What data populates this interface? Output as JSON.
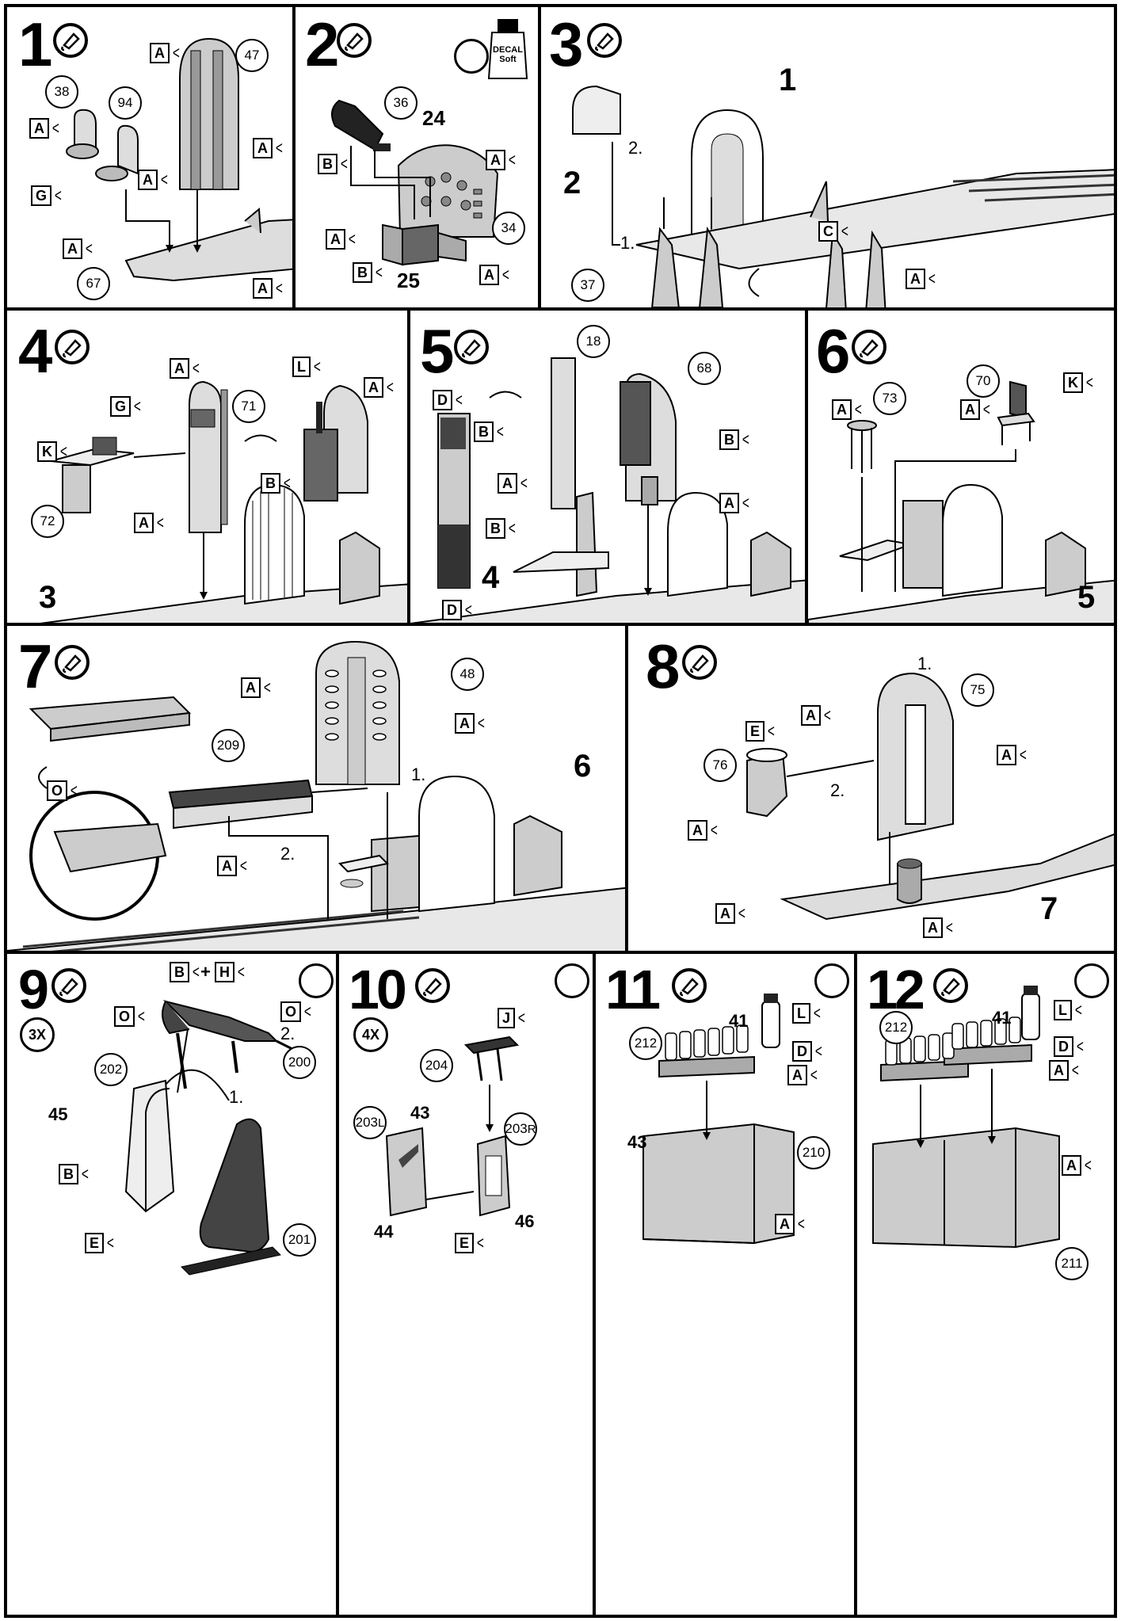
{
  "steps": [
    {
      "number": "1",
      "flags": [
        "A",
        "A",
        "A",
        "G",
        "A",
        "A",
        "A"
      ],
      "callouts": [
        "47",
        "38",
        "94",
        "67"
      ]
    },
    {
      "number": "2",
      "decal": {
        "line1": "DECAL",
        "line2": "Soft"
      },
      "flags": [
        "B",
        "A",
        "A",
        "B",
        "A"
      ],
      "callouts": [
        "36",
        "34"
      ],
      "labels": [
        "24",
        "25"
      ]
    },
    {
      "number": "3",
      "flags": [
        "C",
        "A"
      ],
      "callouts": [
        "37"
      ],
      "labels": [
        "1",
        "2"
      ],
      "sublabels": [
        "2.",
        "1."
      ]
    },
    {
      "number": "4",
      "flags": [
        "A",
        "G",
        "L",
        "A",
        "K",
        "B",
        "A"
      ],
      "callouts": [
        "71",
        "72"
      ],
      "labels": [
        "3"
      ]
    },
    {
      "number": "5",
      "flags": [
        "D",
        "B",
        "A",
        "B",
        "A",
        "B",
        "D"
      ],
      "callouts": [
        "18",
        "68"
      ],
      "labels": [
        "4"
      ]
    },
    {
      "number": "6",
      "flags": [
        "A",
        "K",
        "A"
      ],
      "callouts": [
        "73",
        "70"
      ],
      "labels": [
        "5"
      ]
    },
    {
      "number": "7",
      "flags": [
        "A",
        "A",
        "O",
        "A"
      ],
      "callouts": [
        "48",
        "209"
      ],
      "labels": [
        "6"
      ],
      "sublabels": [
        "1.",
        "2."
      ]
    },
    {
      "number": "8",
      "flags": [
        "A",
        "E",
        "A",
        "A",
        "A",
        "A"
      ],
      "callouts": [
        "75",
        "76"
      ],
      "labels": [
        "7"
      ],
      "sublabels": [
        "1.",
        "2."
      ]
    },
    {
      "number": "9",
      "multiplier": "3X",
      "flags": [
        "B",
        "H",
        "O",
        "O",
        "B",
        "E"
      ],
      "plus": "+",
      "callouts": [
        "200",
        "202",
        "201"
      ],
      "labels": [
        "45"
      ],
      "sublabels": [
        "2.",
        "1."
      ]
    },
    {
      "number": "10",
      "multiplier": "4X",
      "flags": [
        "J",
        "E"
      ],
      "callouts": [
        "204"
      ],
      "callout_203L": {
        "num": "203",
        "suffix": "L"
      },
      "callout_203R": {
        "num": "203",
        "suffix": "R"
      },
      "labels": [
        "43",
        "44",
        "46"
      ]
    },
    {
      "number": "11",
      "flags": [
        "L",
        "D",
        "A",
        "A"
      ],
      "callouts": [
        "212",
        "210"
      ],
      "labels": [
        "41",
        "43"
      ]
    },
    {
      "number": "12",
      "flags": [
        "L",
        "D",
        "A",
        "A"
      ],
      "callouts": [
        "212",
        "211"
      ],
      "labels": [
        "41"
      ]
    }
  ]
}
